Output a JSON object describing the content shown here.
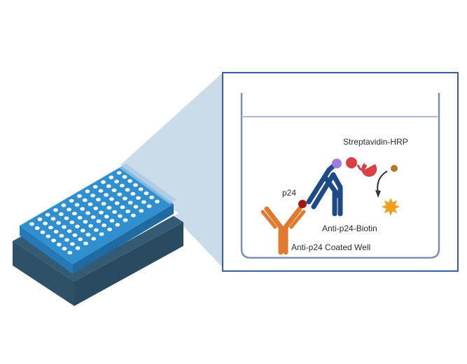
{
  "labels": {
    "streptavidin_hrp": "Streptavidin-HRP",
    "p24": "p24",
    "anti_p24_biotin": "Anti-p24-Biotin",
    "coated_well": "Anti-p24 Coated Well"
  },
  "plate": {
    "rows": 8,
    "columns": 12
  },
  "colors": {
    "plate_base": "#3a5f78",
    "plate_top": "#2f8fcf",
    "plate_side": "#2a7fbf",
    "projection": "#b9cfe0",
    "panel_border": "#3b5e96",
    "well_wall": "#7d8fae",
    "capture_antibody": "#e07a2e",
    "detection_antibody": "#1f4a86",
    "biotin": "#a07be0",
    "antigen": "#a01818",
    "streptavidin": "#d84048",
    "substrate": "#b8782a",
    "product_star": "#f0a020"
  },
  "icons": {
    "antibody": "y-shape",
    "enzyme": "pacman",
    "product": "star-burst"
  }
}
